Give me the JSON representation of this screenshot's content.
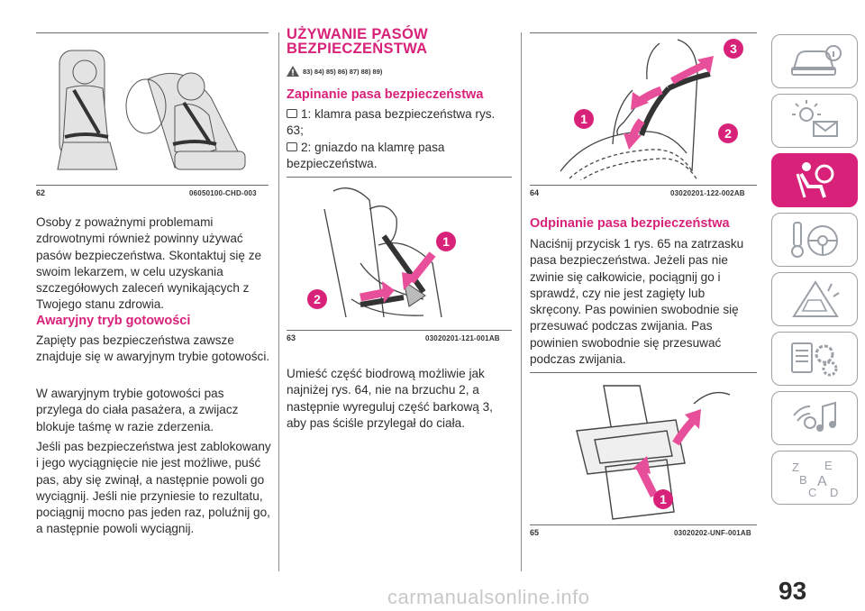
{
  "col1": {
    "fig62": {
      "number": "62",
      "code": "06050100-CHD-003"
    },
    "para1": "Osoby z poważnymi problemami zdrowotnymi również powinny używać pasów bezpieczeństwa. Skontaktuj się ze swoim lekarzem, w celu uzyskania szczegółowych zaleceń wynikających z Twojego stanu zdrowia.",
    "heading": "Awaryjny tryb gotowości",
    "para2": "Zapięty pas bezpieczeństwa zawsze znajduje się w awaryjnym trybie gotowości.",
    "para3": "W awaryjnym trybie gotowości pas przylega do ciała pasażera, a zwijacz blokuje taśmę w razie zderzenia.",
    "para4": "Jeśli pas bezpieczeństwa jest zablokowany i jego wyciągnięcie nie jest możliwe, puść pas, aby się zwinął, a następnie powoli go wyciągnij. Jeśli nie przyniesie to rezultatu, pociągnij mocno pas jeden raz, poluźnij go, a następnie powoli wyciągnij."
  },
  "col2": {
    "title_line1": "UŻYWANIE PASÓW",
    "title_line2": "BEZPIECZEŃSTWA",
    "warning_refs": "83) 84) 85) 86) 87) 88) 89)",
    "heading": "Zapinanie pasa bezpieczeństwa",
    "item1": "1: klamra pasa bezpieczeństwa rys. 63;",
    "item2": "2: gniazdo na klamrę pasa bezpieczeństwa.",
    "fig63": {
      "number": "63",
      "code": "03020201-121-001AB",
      "callout1": "1",
      "callout2": "2"
    },
    "para1": "Umieść część biodrową możliwie jak najniżej rys. 64, nie na brzuchu 2, a następnie wyreguluj część barkową 3, aby pas ściśle przylegał do ciała."
  },
  "col3": {
    "fig64": {
      "number": "64",
      "code": "03020201-122-002AB",
      "callout1": "1",
      "callout2": "2",
      "callout3": "3"
    },
    "heading": "Odpinanie pasa bezpieczeństwa",
    "para1": "Naciśnij przycisk 1 rys. 65 na zatrzasku pasa bezpieczeństwa. Jeżeli pas nie zwinie się całkowicie, pociągnij go i sprawdź, czy nie jest zagięty lub skręcony. Pas powinien swobodnie się przesuwać podczas zwijania. Pas powinien swobodnie się przesuwać podczas zwijania.",
    "fig65": {
      "number": "65",
      "code": "03020202-UNF-001AB",
      "callout1": "1"
    }
  },
  "sidebar": {
    "tabs": [
      {
        "icon": "car-info-icon",
        "active": false
      },
      {
        "icon": "warning-lights-icon",
        "active": false
      },
      {
        "icon": "seat-airbag-icon",
        "active": true
      },
      {
        "icon": "key-steering-icon",
        "active": false
      },
      {
        "icon": "emergency-triangle-icon",
        "active": false
      },
      {
        "icon": "service-gear-icon",
        "active": false
      },
      {
        "icon": "multimedia-icon",
        "active": false
      },
      {
        "icon": "alphabetical-index-icon",
        "active": false
      }
    ],
    "index_letters": [
      "Z",
      "E",
      "B",
      "A",
      "C",
      "D"
    ]
  },
  "page_number": "93",
  "watermark": "carmanualsonline.info",
  "colors": {
    "accent": "#d8227a",
    "text": "#2e2e2e",
    "tab_border": "#9aa0a6"
  }
}
